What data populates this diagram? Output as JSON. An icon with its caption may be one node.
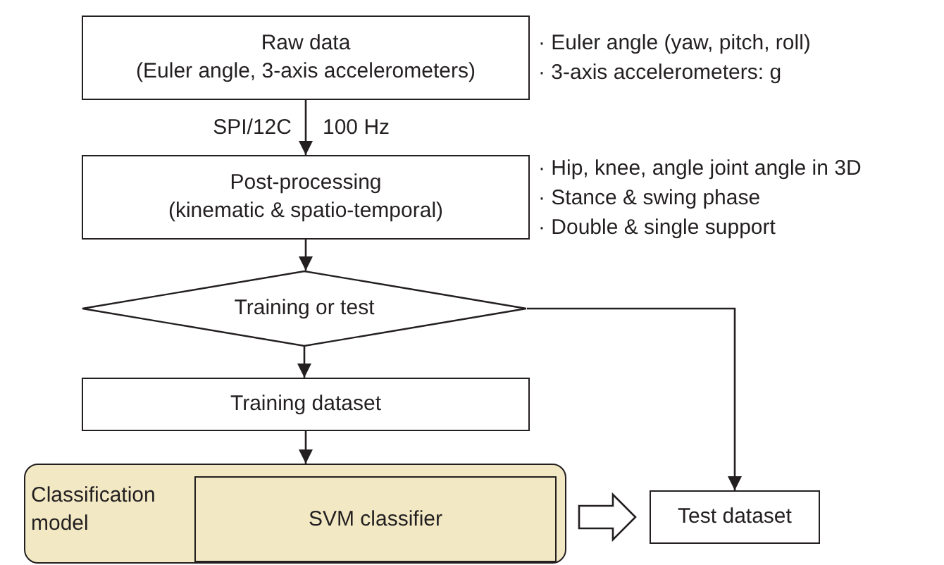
{
  "diagram": {
    "nodes": [
      {
        "text": [
          "Raw data",
          "(Euler angle, 3-axis accelerometers)"
        ],
        "beside": [
          "· Euler angle (yaw, pitch, roll)",
          "· 3-axis accelerometers: g"
        ]
      },
      {
        "text": [
          "Post-processing",
          "(kinematic & spatio-temporal)"
        ],
        "beside": [
          "· Hip, knee, angle joint angle in 3D",
          "· Stance & swing phase",
          "· Double & single support"
        ]
      },
      {
        "text": [
          "Training or test"
        ]
      },
      {
        "text": [
          "Training dataset"
        ]
      },
      {
        "text": [
          "Classification model"
        ]
      },
      {
        "text": [
          "SVM classifier"
        ],
        "in": 4
      },
      {
        "text": [
          "Test dataset"
        ]
      }
    ],
    "edges": [
      {
        "from": 0,
        "to": 1,
        "arrow": "to",
        "label": "SPI/12C"
      },
      {
        "from": 1,
        "to": 2,
        "arrow": "to"
      },
      {
        "from": 2,
        "to": 3,
        "arrow": "to"
      },
      {
        "from": 3,
        "to": 4,
        "arrow": "to"
      },
      {
        "from": 2,
        "to": 6,
        "arrow": "to"
      },
      {
        "from": 4,
        "to": 6,
        "arrow": "to",
        "style": "thick"
      }
    ],
    "labels": [
      "100 Hz"
    ]
  }
}
